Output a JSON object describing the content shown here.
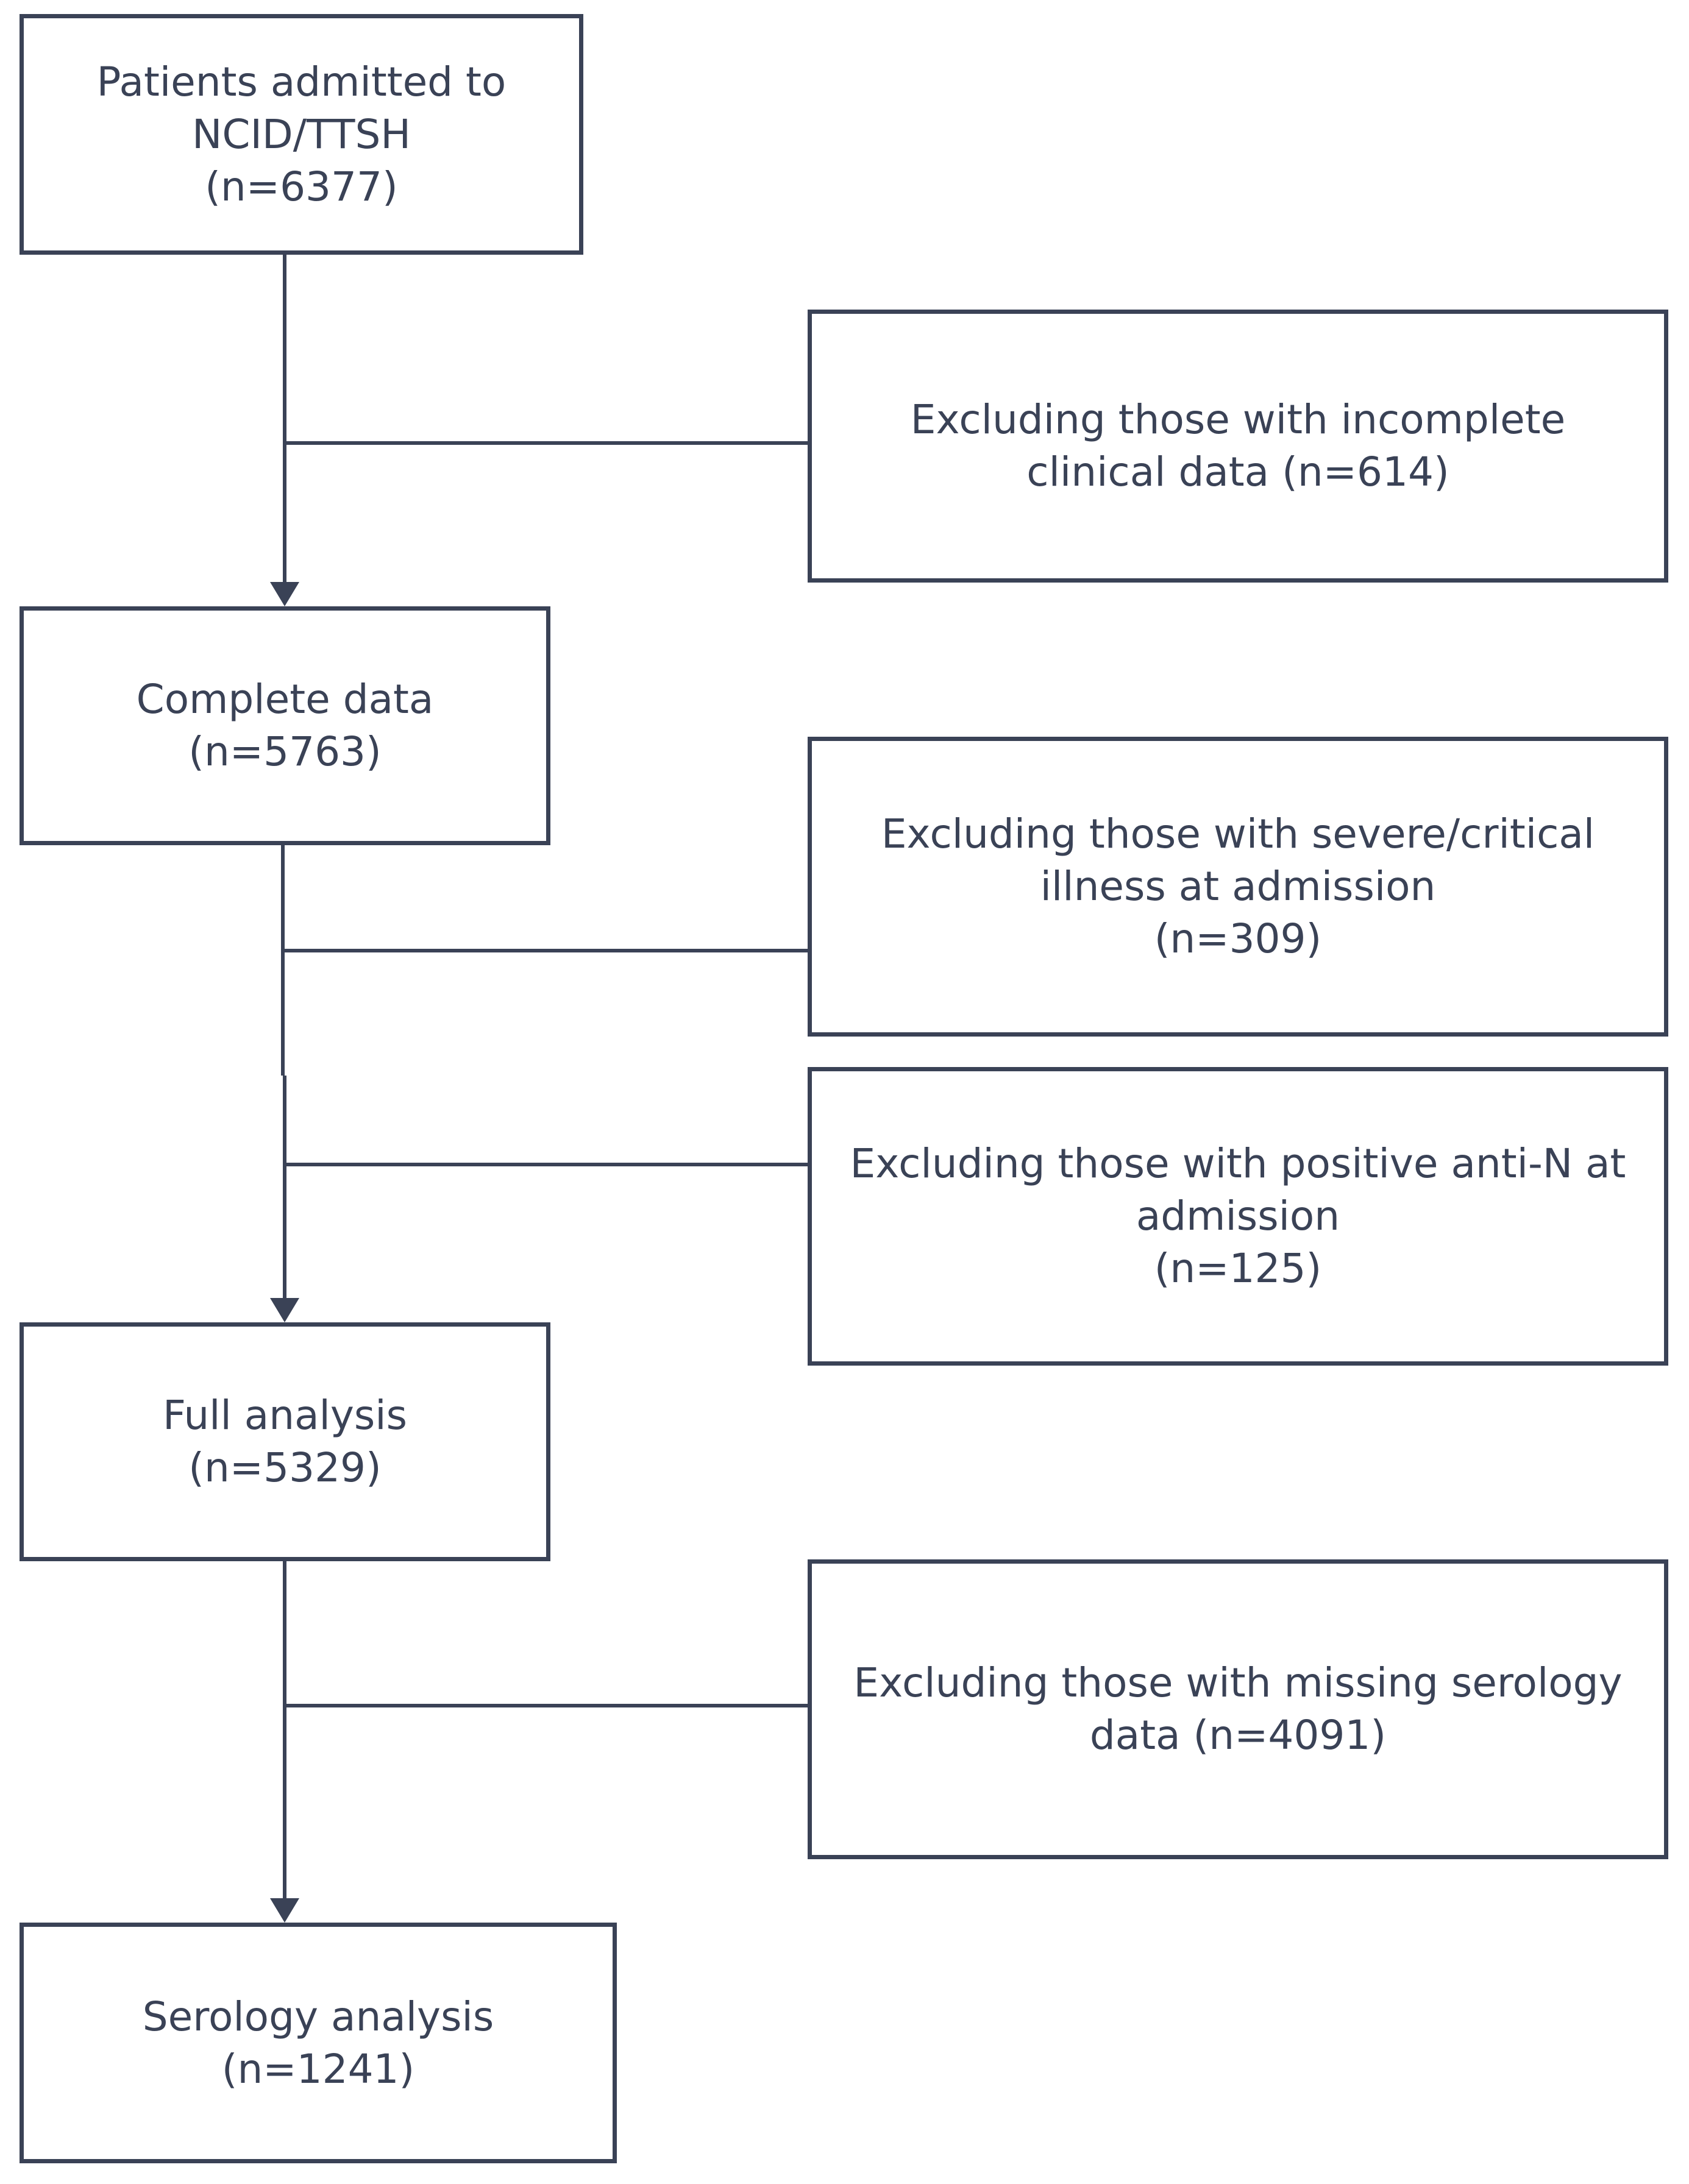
{
  "flowchart": {
    "main_boxes": {
      "admitted": {
        "line1": "Patients admitted to",
        "line2": "NCID/TTSH",
        "line3": "(n=6377)"
      },
      "complete": {
        "line1": "Complete data",
        "line2": "(n=5763)"
      },
      "full": {
        "line1": "Full analysis",
        "line2": "(n=5329)"
      },
      "serology": {
        "line1": "Serology analysis",
        "line2": "(n=1241)"
      }
    },
    "exclusion_boxes": {
      "incomplete": {
        "line1": "Excluding those with incomplete",
        "line2": "clinical data (n=614)"
      },
      "severe": {
        "line1": "Excluding those with severe/critical",
        "line2": "illness at admission",
        "line3": "(n=309)"
      },
      "anti_n": {
        "line1": "Excluding those with positive anti-N at",
        "line2": "admission",
        "line3": "(n=125)"
      },
      "missing_serology": {
        "line1": "Excluding those with missing serology",
        "line2": "data (n=4091)"
      }
    }
  }
}
